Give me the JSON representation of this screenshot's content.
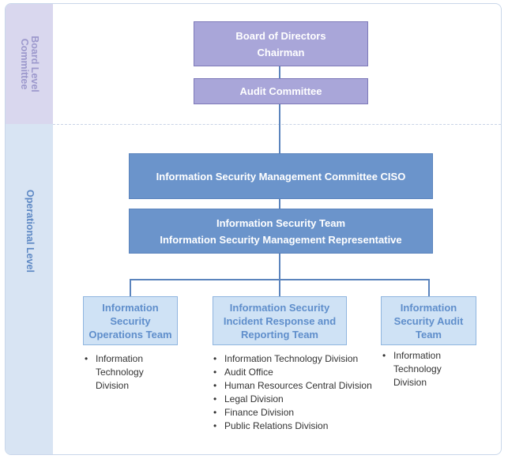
{
  "bands": {
    "board": "Board Level\nCommittee",
    "operational": "Operational Level"
  },
  "boxes": {
    "board_line1": "Board of Directors",
    "board_line2": "Chairman",
    "audit_committee": "Audit Committee",
    "ismc": "Information Security Management Committee CISO",
    "ist_line1": "Information Security Team",
    "ist_line2": "Information Security Management Representative"
  },
  "teams": [
    {
      "lines": [
        "Information",
        "Security",
        "Operations Team"
      ],
      "items": [
        "Information Technology Division"
      ]
    },
    {
      "lines": [
        "Information Security",
        "Incident Response and",
        "Reporting Team"
      ],
      "items": [
        "Information Technology Division",
        "Audit Office",
        "Human Resources Central Division",
        "Legal Division",
        "Finance Division",
        "Public Relations Division"
      ]
    },
    {
      "lines": [
        "Information",
        "Security Audit",
        "Team"
      ],
      "items": [
        "Information Technology Division"
      ]
    }
  ],
  "colors": {
    "board_band": "#d9d7ee",
    "operational_band": "#d8e4f3",
    "board_box": "#a9a6d9",
    "committee_box": "#6b94cb",
    "team_box": "#cfe2f5",
    "team_text": "#5f8ecb"
  }
}
